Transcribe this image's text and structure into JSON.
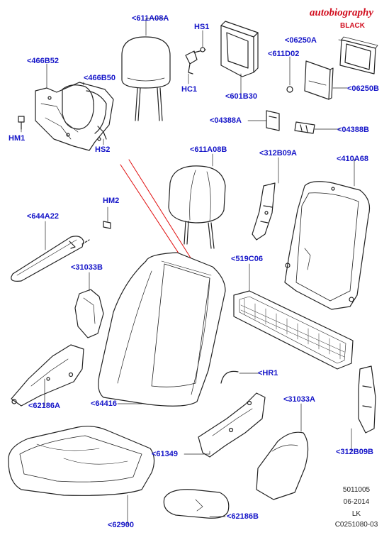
{
  "brand": {
    "name": "autobiography",
    "edition": "BLACK"
  },
  "labels": {
    "l611A08A": "<611A08A",
    "lHS1": "HS1",
    "lHC1": "HC1",
    "l601B30": "<601B30",
    "l06250A": "<06250A",
    "l611D02": "<611D02",
    "l06250B": "<06250B",
    "l466B52": "<466B52",
    "l466B50": "<466B50",
    "lHM1": "HM1",
    "lHS2": "HS2",
    "l04388A": "<04388A",
    "l04388B": "<04388B",
    "l611A08B": "<611A08B",
    "l312B09A": "<312B09A",
    "l410A68": "<410A68",
    "lHM2": "HM2",
    "l644A22": "<644A22",
    "l31033B": "<31033B",
    "l519C06": "<519C06",
    "lHR1": "<HR1",
    "l62186A": "<62186A",
    "l64416": "<64416",
    "l31033A": "<31033A",
    "l61349": "<61349",
    "l312B09B": "<312B09B",
    "l62900": "<62900",
    "l62186B": "<62186B"
  },
  "meta": {
    "ref": "5011005",
    "date": "06-2014",
    "code": "LK",
    "illustration": "C0251080-03"
  }
}
